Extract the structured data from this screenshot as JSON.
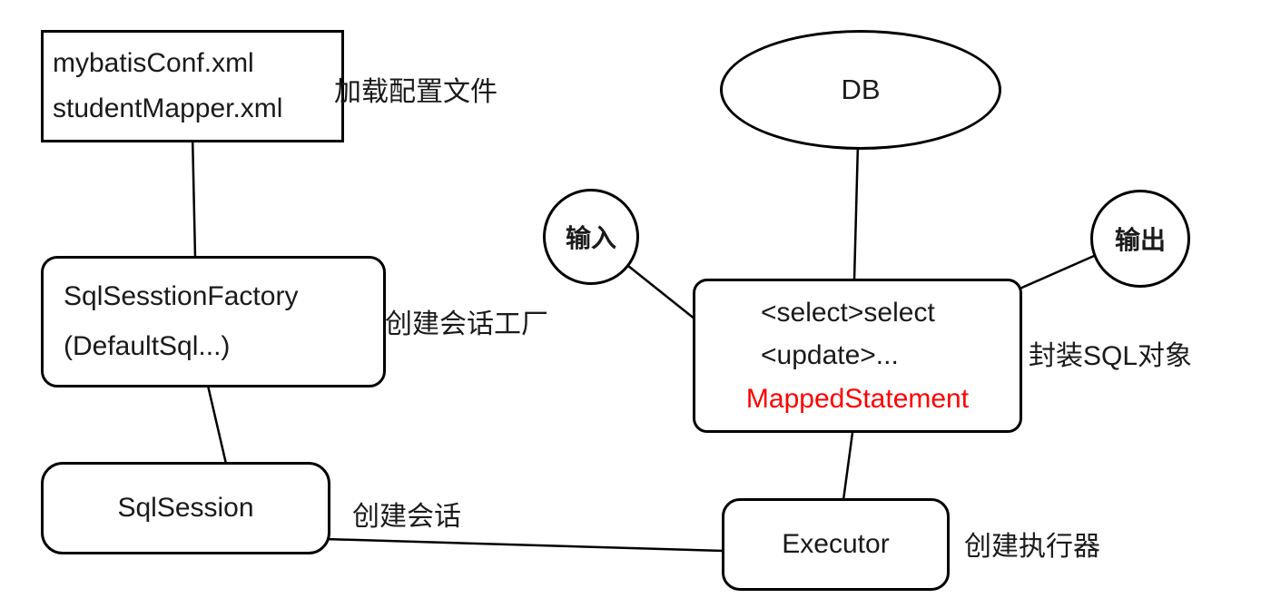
{
  "diagram": {
    "nodes": {
      "config": {
        "line1": "mybatisConf.xml",
        "line2": "studentMapper.xml"
      },
      "factory": {
        "line1": "SqlSesstionFactory",
        "line2": "(DefaultSql...)"
      },
      "session": {
        "label": "SqlSession"
      },
      "executor": {
        "label": "Executor"
      },
      "db": {
        "label": "DB"
      },
      "mapped": {
        "line1": "<select>select",
        "line2": "<update>...",
        "line3": "MappedStatement"
      },
      "input": {
        "label": "输入"
      },
      "output": {
        "label": "输出"
      }
    },
    "labels": {
      "load_config": "加载配置文件",
      "create_factory": "创建会话工厂",
      "create_session": "创建会话",
      "create_executor": "创建执行器",
      "wrap_sql": "封装SQL对象"
    },
    "colors": {
      "stroke": "#000000",
      "highlight": "#ff0000",
      "background": "#ffffff"
    }
  }
}
